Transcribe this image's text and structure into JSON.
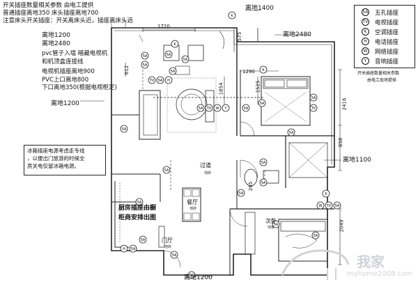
{
  "notes": {
    "params_line1": "开关插座数量相关参数 由电工提供",
    "params_line2": "普通插座离地350   床头插座离地700",
    "params_line3": "注意床头开关插座：开关离床头近，插座离床头远",
    "tv_line1": "pvc管子入墙 暗藏电视机",
    "tv_line2": "和机顶盒连接线",
    "tv_line3": "电视机插座离地900",
    "tv_line4": "PVC上口离地800",
    "tv_line5": "下口离地350(根据电视柜定)",
    "legend_caption1": "开关插座数量相关参数",
    "legend_caption2": "由电工现场提供"
  },
  "labels": {
    "h1400": "离地1400",
    "h1200_top": "离地1200",
    "h2480_left": "离地2480",
    "h2480_right": "离地2480",
    "h1200_left": "离地1200",
    "h1100": "离地1100",
    "h1200_bottom": "离地1200"
  },
  "dimensions": [
    "1720",
    "575",
    "612",
    "1290",
    "1854",
    "1525",
    "2416",
    "858",
    "2049",
    "265"
  ],
  "rooms": {
    "corridor": "过道",
    "corridor_sub": "地砖",
    "dining": "餐厅",
    "dining_sub": "地砖",
    "bedroom": "次卧",
    "bedroom_sub": "地板",
    "entry": "门厅",
    "entry_sub": "地砖"
  },
  "fridge_note": {
    "line1": "冰箱插座电源考虑走专线",
    "line2": "，以便出门旅游的时候全",
    "line3": "房关电仅留冰箱电源。"
  },
  "kitchen_note": {
    "line1": "厨房插座由橱",
    "line2": "柜商安排出图"
  },
  "legend": [
    {
      "symbol": "5A",
      "icon": "five-hole-socket-icon",
      "label": "五孔插座"
    },
    {
      "symbol": "TV",
      "icon": "tv-socket-icon",
      "label": "电视插座"
    },
    {
      "symbol": "K",
      "icon": "ac-socket-icon",
      "label": "空调插座"
    },
    {
      "symbol": "H",
      "icon": "phone-socket-icon",
      "label": "电话插座"
    },
    {
      "symbol": "W",
      "icon": "network-socket-icon",
      "label": "网络插座"
    },
    {
      "symbol": "Y",
      "icon": "audio-socket-icon",
      "label": "音响插座"
    }
  ],
  "watermark": {
    "brand": "我家",
    "url": "myhome2008.com"
  },
  "colors": {
    "line": "#222222",
    "watermark": "#cfd3d8"
  }
}
